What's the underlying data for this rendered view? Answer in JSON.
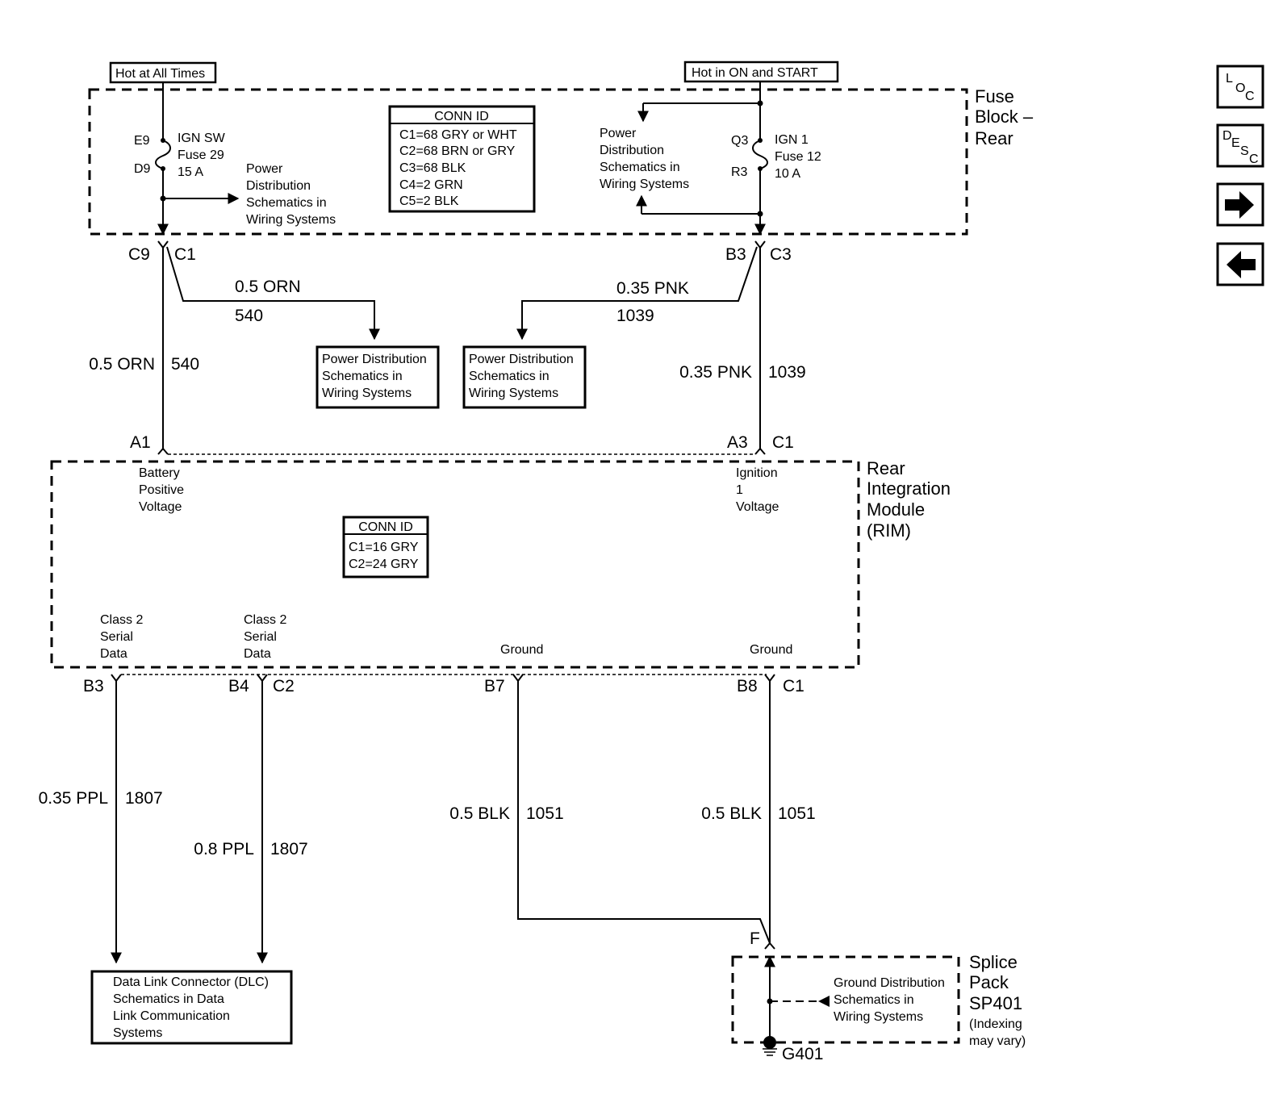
{
  "sources": {
    "hot_at_all_times": "Hot at All Times",
    "hot_in_on_start": "Hot in ON and START"
  },
  "fuse_block": {
    "title_1": "Fuse",
    "title_2": "Block –",
    "title_3": "Rear",
    "conn_id": {
      "header": "CONN ID",
      "lines": [
        "C1=68 GRY or WHT",
        "C2=68 BRN or GRY",
        "C3=68 BLK",
        "C4=2 GRN",
        "C5=2 BLK"
      ]
    },
    "fuse_29": {
      "top_pin": "E9",
      "bottom_pin": "D9",
      "name": "IGN SW",
      "fuse": "Fuse 29",
      "rating": "15 A"
    },
    "fuse_12": {
      "top_pin": "Q3",
      "bottom_pin": "R3",
      "name": "IGN 1",
      "fuse": "Fuse 12",
      "rating": "10 A"
    },
    "ref_left": [
      "Power",
      "Distribution",
      "Schematics in",
      "Wiring Systems"
    ],
    "ref_right": [
      "Power",
      "Distribution",
      "Schematics in",
      "Wiring Systems"
    ],
    "connectors": {
      "left_pin": "C9",
      "left_conn": "C1",
      "right_pin": "B3",
      "right_conn": "C3"
    }
  },
  "wires": {
    "orn_branch": {
      "size": "0.5 ORN",
      "circuit": "540"
    },
    "pnk_branch": {
      "size": "0.35 PNK",
      "circuit": "1039"
    },
    "orn_main": {
      "size": "0.5 ORN",
      "circuit": "540"
    },
    "pnk_main": {
      "size": "0.35 PNK",
      "circuit": "1039"
    },
    "ppl_1": {
      "size": "0.35 PPL",
      "circuit": "1807"
    },
    "ppl_2": {
      "size": "0.8 PPL",
      "circuit": "1807"
    },
    "blk_1": {
      "size": "0.5 BLK",
      "circuit": "1051"
    },
    "blk_2": {
      "size": "0.5 BLK",
      "circuit": "1051"
    }
  },
  "ref_boxes": {
    "pd_left": [
      "Power Distribution",
      "Schematics in",
      "Wiring Systems"
    ],
    "pd_right": [
      "Power Distribution",
      "Schematics in",
      "Wiring Systems"
    ],
    "dlc": [
      "Data Link Connector (DLC)",
      "Schematics in Data",
      "Link Communication",
      "Systems"
    ]
  },
  "rim": {
    "title": [
      "Rear",
      "Integration",
      "Module",
      "(RIM)"
    ],
    "conn_id": {
      "header": "CONN ID",
      "lines": [
        "C1=16 GRY",
        "C2=24 GRY"
      ]
    },
    "top_pins": {
      "a1": "A1",
      "a3": "A3",
      "c1": "C1"
    },
    "battery_label": [
      "Battery",
      "Positive",
      "Voltage"
    ],
    "ignition_label": [
      "Ignition",
      "1",
      "Voltage"
    ],
    "class2_a": [
      "Class 2",
      "Serial",
      "Data"
    ],
    "class2_b": [
      "Class 2",
      "Serial",
      "Data"
    ],
    "ground_a": "Ground",
    "ground_b": "Ground",
    "bottom_pins": {
      "b3": "B3",
      "b4": "B4",
      "c2": "C2",
      "b7": "B7",
      "b8": "B8",
      "c1": "C1"
    }
  },
  "splice": {
    "pin": "F",
    "title": [
      "Splice",
      "Pack",
      "SP401"
    ],
    "note": [
      "(Indexing",
      "may vary)"
    ],
    "ground_ref": [
      "Ground Distribution",
      "Schematics in",
      "Wiring Systems"
    ],
    "ground": "G401"
  },
  "nav": {
    "loc": {
      "big": "L",
      "sub1": "O",
      "sub2": "C"
    },
    "desc": {
      "big": "D",
      "sub1": "E",
      "sub2": "S",
      "sub3": "C"
    },
    "next": "→",
    "prev": "←"
  }
}
